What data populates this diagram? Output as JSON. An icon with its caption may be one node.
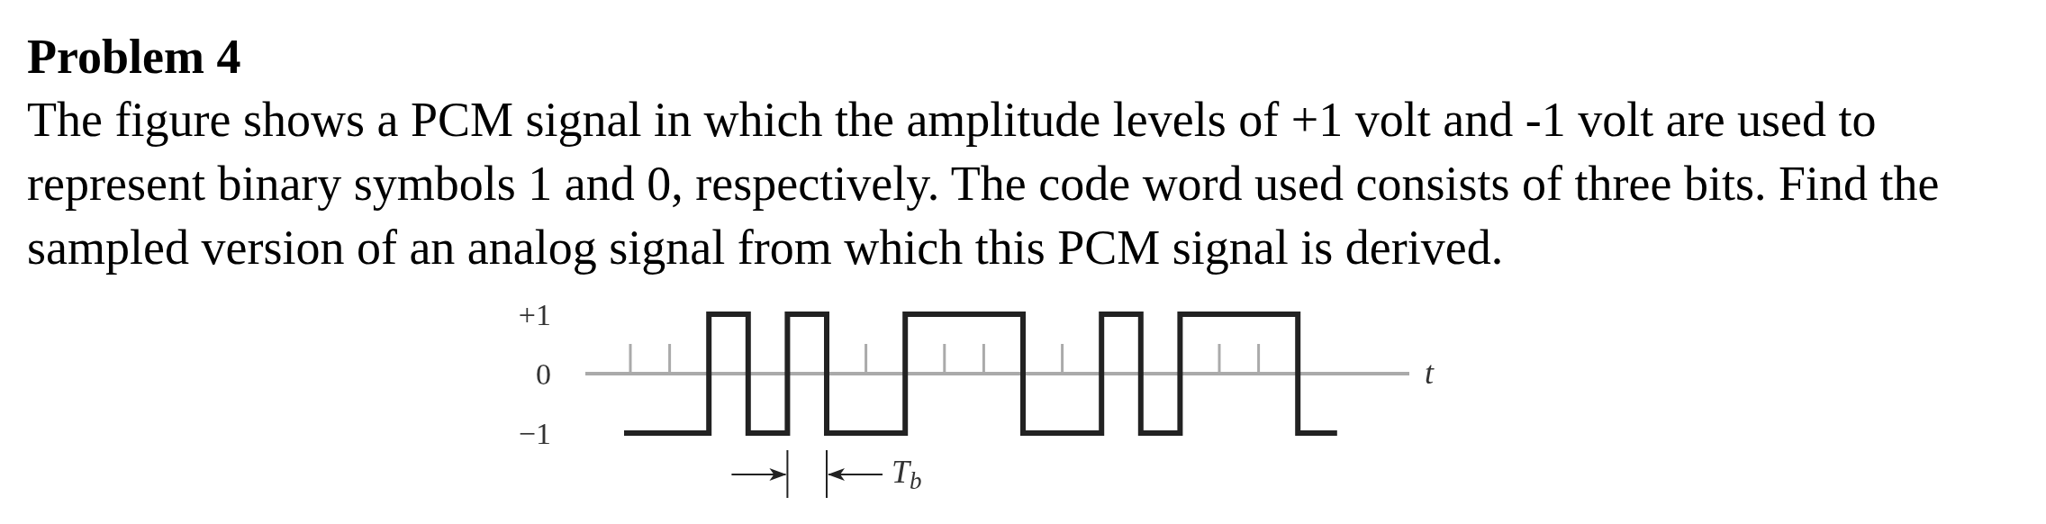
{
  "diagram": {
    "title": "Problem 4",
    "labels": [
      "The figure shows a PCM signal in which the amplitude levels of +1 volt and -1 volt are used to represent binary symbols 1 and 0, respectively. The code word used consists of three bits. Find the sampled version of an analog signal from which this PCM signal is derived.",
      "+1",
      "0",
      "−1",
      "t",
      "T$_{b}$"
    ]
  }
}
